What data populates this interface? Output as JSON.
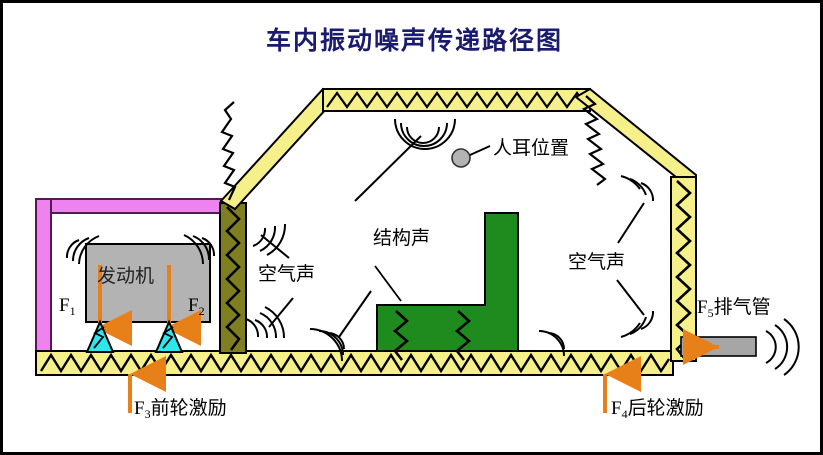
{
  "title": "车内振动噪声传递路径图",
  "labels": {
    "engine": "发动机",
    "ear_position": "人耳位置",
    "structure_borne": "结构声",
    "airborne_left": "空气声",
    "airborne_right": "空气声",
    "f1": "F",
    "f1_sub": "1",
    "f2": "F",
    "f2_sub": "2",
    "f3": "F",
    "f3_sub": "3",
    "f3_text": "前轮激励",
    "f4": "F",
    "f4_sub": "4",
    "f4_text": "后轮激励",
    "f5": "F",
    "f5_sub": "5",
    "f5_text": "排气管"
  },
  "icons": {
    "ear_marker": "ear-position-marker",
    "sound_wave": "sound-wave-arcs",
    "force_arrow_down": "force-arrow-down",
    "force_arrow_up": "force-arrow-up",
    "exhaust_flow_arrow": "exhaust-flow-arrow",
    "spring": "zigzag-spring"
  },
  "colors": {
    "title": "#1a1a6e",
    "hood": "#ee82ee",
    "hood_border": "#551a55",
    "firewall": "#7f7f22",
    "body_panel": "#f6f08a",
    "panel_border": "#000000",
    "engine_block": "#b3b3b3",
    "engine_border": "#000000",
    "seat": "#1f8b1f",
    "seat_border": "#000000",
    "mount": "#2ee6ee",
    "arrow": "#e8801a",
    "exhaust_pipe": "#a6a6a6",
    "ear_marker": "#b3b3b3",
    "line": "#000000"
  },
  "structure": {
    "front_hood_panel": "front-hood-panel",
    "firewall_panel": "firewall-panel",
    "roof_panel": "roof-panel",
    "a_pillar": "a-pillar-panel",
    "c_pillar": "c-pillar-panel",
    "rear_wall": "rear-wall-panel",
    "floor_panel": "floor-panel",
    "engine_block": "engine-block",
    "engine_mount_left": "engine-mount-left",
    "engine_mount_right": "engine-mount-right",
    "seat": "seat",
    "exhaust_pipe": "exhaust-pipe"
  }
}
